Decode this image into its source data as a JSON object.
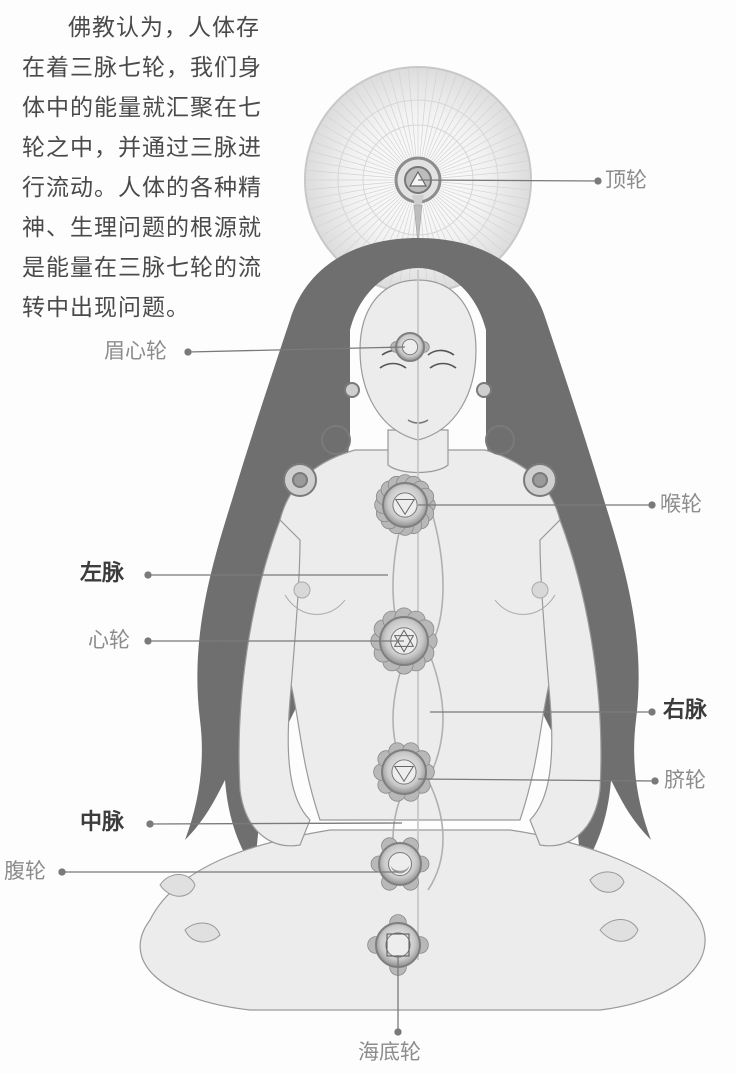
{
  "intro": {
    "lines": [
      "佛教认为，人体存",
      "在着三脉七轮，我们身",
      "体中的能量就汇聚在七",
      "轮之中，并通过三脉进",
      "行流动。人体的各种精",
      "神、生理问题的根源就",
      "是能量在三脉七轮的流",
      "转中出现问题。"
    ]
  },
  "labels": {
    "crown": "顶轮",
    "brow": "眉心轮",
    "throat": "喉轮",
    "left_channel": "左脉",
    "heart": "心轮",
    "right_channel": "右脉",
    "navel": "脐轮",
    "central_channel": "中脉",
    "sacral": "腹轮",
    "root": "海底轮"
  },
  "colors": {
    "text": "#4a4a4a",
    "label": "#8c8c8c",
    "leader_line": "#7a7a7a",
    "hair": "#6b6b6b",
    "skin": "#ededed",
    "chakra": "#a8a8a8"
  },
  "icons": {
    "crown": "thousand-petal-lotus-icon",
    "brow": "two-petal-chakra-icon",
    "throat": "throat-chakra-icon",
    "heart": "hexagram-chakra-icon",
    "navel": "navel-chakra-icon",
    "sacral": "crescent-chakra-icon",
    "root": "square-chakra-icon"
  }
}
